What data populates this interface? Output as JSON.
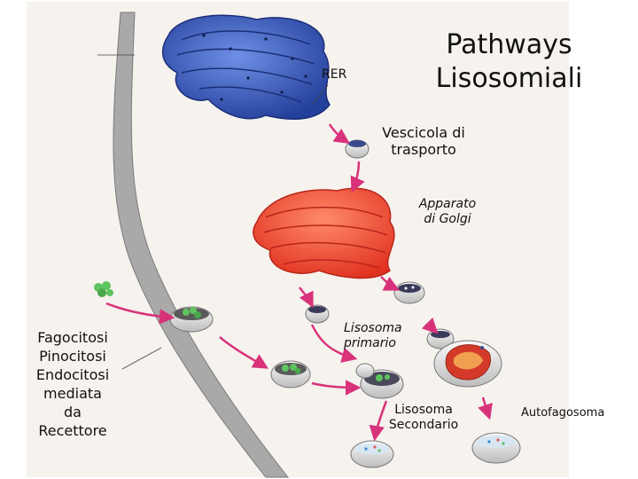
{
  "title_lines": [
    "Pathways",
    "Lisosomiali"
  ],
  "labels": {
    "rer": "RER",
    "vescicola": [
      "Vescicola di",
      "trasporto"
    ],
    "golgi": [
      "Apparato",
      "di Golgi"
    ],
    "lisosoma_primario": [
      "Lisosoma",
      "primario"
    ],
    "lisosoma_secondario": [
      "Lisosoma",
      "Secondario"
    ],
    "autofagosoma": "Autofagosoma",
    "endocytosis": [
      "Fagocitosi",
      "Pinocitosi",
      "Endocitosi",
      "mediata",
      "da",
      "Recettore"
    ]
  },
  "colors": {
    "er_blue": "#3a5fc8",
    "golgi_red": "#f04530",
    "arrow": "#d8327a",
    "membrane_grey": "#a9a9a9",
    "particle_green": "#5ec45e"
  }
}
